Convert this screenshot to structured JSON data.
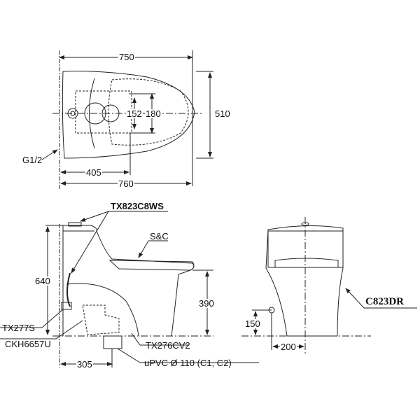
{
  "top_view": {
    "dim_width_top": "750",
    "dim_depth": "510",
    "dim_bolt_inner": "152",
    "dim_bolt_outer": "180",
    "dim_to_outlet": "405",
    "dim_total": "760",
    "label_inlet": "G1/2"
  },
  "side_view": {
    "label_flush_valve": "TX823C8WS",
    "label_seat": "S&C",
    "dim_height": "640",
    "dim_seat_height": "390",
    "label_stop_valve": "TX277S",
    "label_adapter": "CKH6657U",
    "label_bolt": "TX276CV2",
    "label_pipe": "uPVC Ø 110 (C1, C2)",
    "dim_rough_in": "305"
  },
  "front_view": {
    "label_model": "C823DR",
    "dim_inlet_height": "150",
    "dim_inlet_offset": "200"
  },
  "colors": {
    "line": "#222222",
    "background": "#ffffff"
  }
}
